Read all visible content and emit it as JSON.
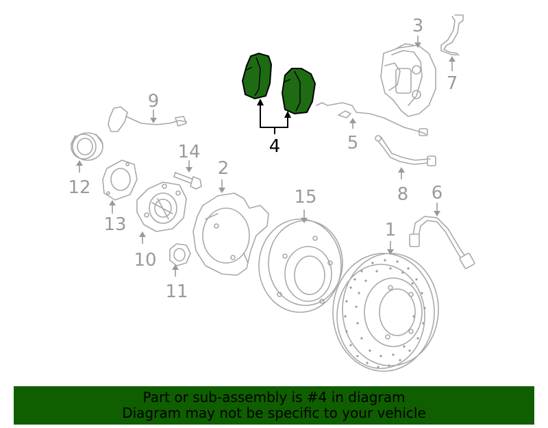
{
  "callouts": {
    "c1": "1",
    "c2": "2",
    "c3": "3",
    "c4": "4",
    "c5": "5",
    "c6": "6",
    "c7": "7",
    "c8": "8",
    "c9": "9",
    "c10": "10",
    "c11": "11",
    "c12": "12",
    "c13": "13",
    "c14": "14",
    "c15": "15"
  },
  "highlight": {
    "part_number": "4",
    "color": "#1e6b13"
  },
  "banner": {
    "line1": "Part or sub-assembly is #4 in diagram",
    "line2": "Diagram may not be specific to your vehicle",
    "background": "#0f5f00"
  }
}
